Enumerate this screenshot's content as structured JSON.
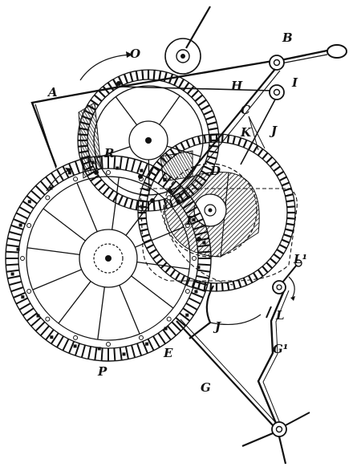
{
  "figure": {
    "labels": {
      "A": "A",
      "B": "B",
      "C": "C",
      "D": "D",
      "E": "E",
      "F": "F",
      "G": "G",
      "G1": "G¹",
      "H": "H",
      "I": "I",
      "J": "J",
      "J_lower": "J",
      "K": "K",
      "L": "L",
      "L1": "L¹",
      "O": "O",
      "P": "P",
      "R": "R"
    }
  }
}
